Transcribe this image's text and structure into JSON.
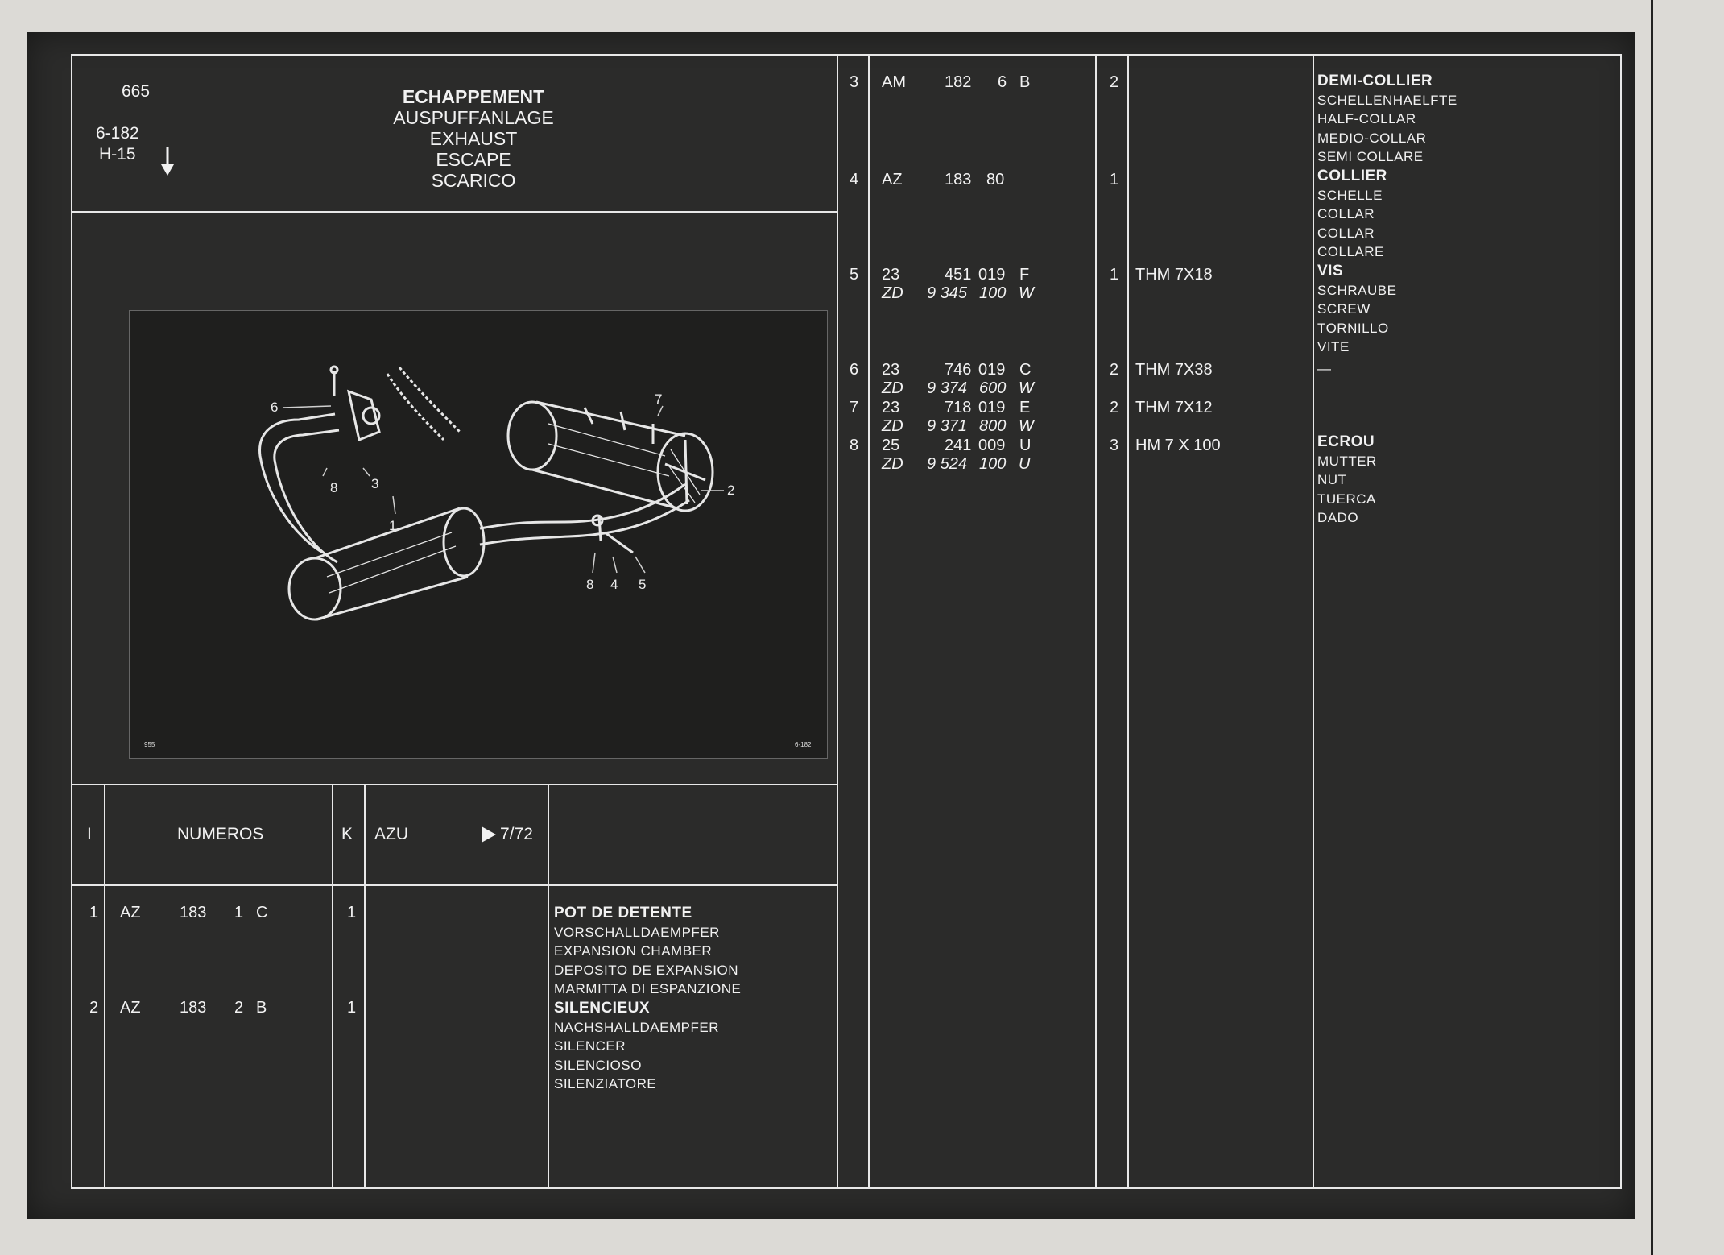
{
  "header": {
    "page_number": "665",
    "ref_code": "6-182",
    "ref_sub": "H-15",
    "titles": [
      "ECHAPPEMENT",
      "AUSPUFFANLAGE",
      "EXHAUST",
      "ESCAPE",
      "SCARICO"
    ]
  },
  "illustration": {
    "corner_left": "955",
    "corner_right": "6-182",
    "callouts": [
      "1",
      "2",
      "3",
      "4",
      "5",
      "6",
      "7",
      "8",
      "8"
    ]
  },
  "table_header": {
    "col_index": "I",
    "col_numeros": "NUMEROS",
    "col_k": "K",
    "col_azu": "AZU",
    "col_date": "7/72"
  },
  "left_rows": [
    {
      "index": "1",
      "prefix": "AZ",
      "group": "183",
      "num": "1",
      "suffix": "C",
      "qty": "1",
      "desc": [
        "POT DE DETENTE",
        "VORSCHALLDAEMPFER",
        "EXPANSION CHAMBER",
        "DEPOSITO DE EXPANSION",
        "MARMITTA DI ESPANZIONE"
      ]
    },
    {
      "index": "2",
      "prefix": "AZ",
      "group": "183",
      "num": "2",
      "suffix": "B",
      "qty": "1",
      "desc": [
        "SILENCIEUX",
        "NACHSHALLDAEMPFER",
        "SILENCER",
        "SILENCIOSO",
        "SILENZIATORE"
      ]
    }
  ],
  "right_rows": [
    {
      "index": "3",
      "prefix": "AM",
      "group": "182",
      "num": "6",
      "suffix": "B",
      "qty": "2",
      "spec": "",
      "alt": null,
      "desc": [
        "DEMI-COLLIER",
        "SCHELLENHAELFTE",
        "HALF-COLLAR",
        "MEDIO-COLLAR",
        "SEMI COLLARE"
      ]
    },
    {
      "index": "4",
      "prefix": "AZ",
      "group": "183",
      "num": "80",
      "suffix": "",
      "qty": "1",
      "spec": "",
      "alt": null,
      "desc": [
        "COLLIER",
        "SCHELLE",
        "COLLAR",
        "COLLAR",
        "COLLARE"
      ]
    },
    {
      "index": "5",
      "prefix": "23",
      "group": "451",
      "num": "019",
      "suffix": "F",
      "qty": "1",
      "spec": "THM 7X18",
      "alt": {
        "prefix": "ZD",
        "group": "9 345",
        "num": "100",
        "suffix": "W"
      },
      "desc": [
        "VIS",
        "SCHRAUBE",
        "SCREW",
        "TORNILLO",
        "VITE"
      ]
    },
    {
      "index": "6",
      "prefix": "23",
      "group": "746",
      "num": "019",
      "suffix": "C",
      "qty": "2",
      "spec": "THM 7X38",
      "alt": {
        "prefix": "ZD",
        "group": "9 374",
        "num": "600",
        "suffix": "W"
      },
      "desc": [
        "—"
      ]
    },
    {
      "index": "7",
      "prefix": "23",
      "group": "718",
      "num": "019",
      "suffix": "E",
      "qty": "2",
      "spec": "THM 7X12",
      "alt": {
        "prefix": "ZD",
        "group": "9 371",
        "num": "800",
        "suffix": "W"
      },
      "desc": []
    },
    {
      "index": "8",
      "prefix": "25",
      "group": "241",
      "num": "009",
      "suffix": "U",
      "qty": "3",
      "spec": "HM 7 X 100",
      "alt": {
        "prefix": "ZD",
        "group": "9 524",
        "num": "100",
        "suffix": "U"
      },
      "desc": [
        "ECROU",
        "MUTTER",
        "NUT",
        "TUERCA",
        "DADO"
      ]
    }
  ]
}
